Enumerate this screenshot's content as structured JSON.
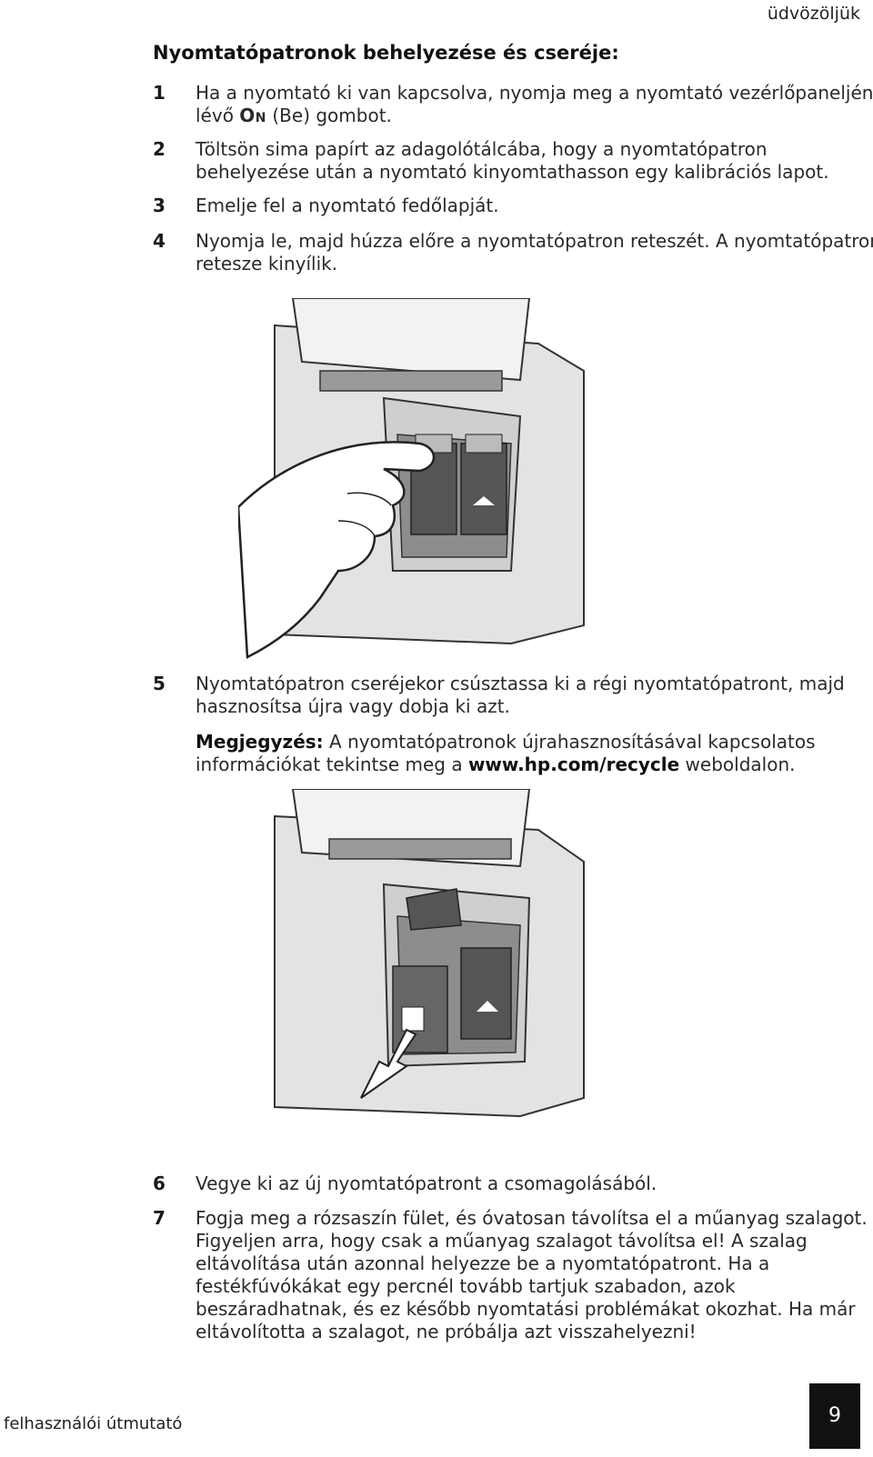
{
  "header": {
    "section": "üdvözöljük"
  },
  "title": "Nyomtatópatronok behelyezése és cseréje:",
  "steps": {
    "s1": {
      "num": "1",
      "a": "Ha a nyomtató ki van kapcsolva, nyomja meg a nyomtató vezérlőpaneljén",
      "b_pre": "lévő ",
      "b_key": "On",
      "b_post": " (Be) gombot."
    },
    "s2": {
      "num": "2",
      "a": "Töltsön sima papírt az adagolótálcába, hogy a nyomtatópatron",
      "b": "behelyezése után a nyomtató kinyomtathasson egy kalibrációs lapot."
    },
    "s3": {
      "num": "3",
      "a": "Emelje fel a nyomtató fedőlapját."
    },
    "s4": {
      "num": "4",
      "a": "Nyomja le, majd húzza előre a nyomtatópatron reteszét. A nyomtatópatron",
      "b": "retesze kinyílik."
    },
    "s5": {
      "num": "5",
      "a": "Nyomtatópatron cseréjekor csúsztassa ki a régi nyomtatópatront, majd",
      "b": "hasznosítsa újra vagy dobja ki azt."
    },
    "s6": {
      "num": "6",
      "a": "Vegye ki az új nyomtatópatront a csomagolásából."
    },
    "s7": {
      "num": "7",
      "lines": [
        "Fogja meg a rózsaszín fület, és óvatosan távolítsa el a műanyag szalagot.",
        "Figyeljen arra, hogy csak a műanyag szalagot távolítsa el! A szalag",
        "eltávolítása után azonnal helyezze be a nyomtatópatront. Ha a",
        "festékfúvókákat egy percnél tovább tartjuk szabadon, azok",
        "beszáradhatnak, és ez később nyomtatási problémákat okozhat. Ha már",
        "eltávolította a szalagot, ne próbálja azt visszahelyezni!"
      ]
    }
  },
  "note": {
    "label": "Megjegyzés:",
    "a_rest": " A nyomtatópatronok újrahasznosításával kapcsolatos",
    "b_pre": "információkat tekintse meg a ",
    "url": "www.hp.com/recycle",
    "b_post": " weboldalon."
  },
  "footer": {
    "guide": "felhasználói útmutató",
    "page": "9"
  }
}
